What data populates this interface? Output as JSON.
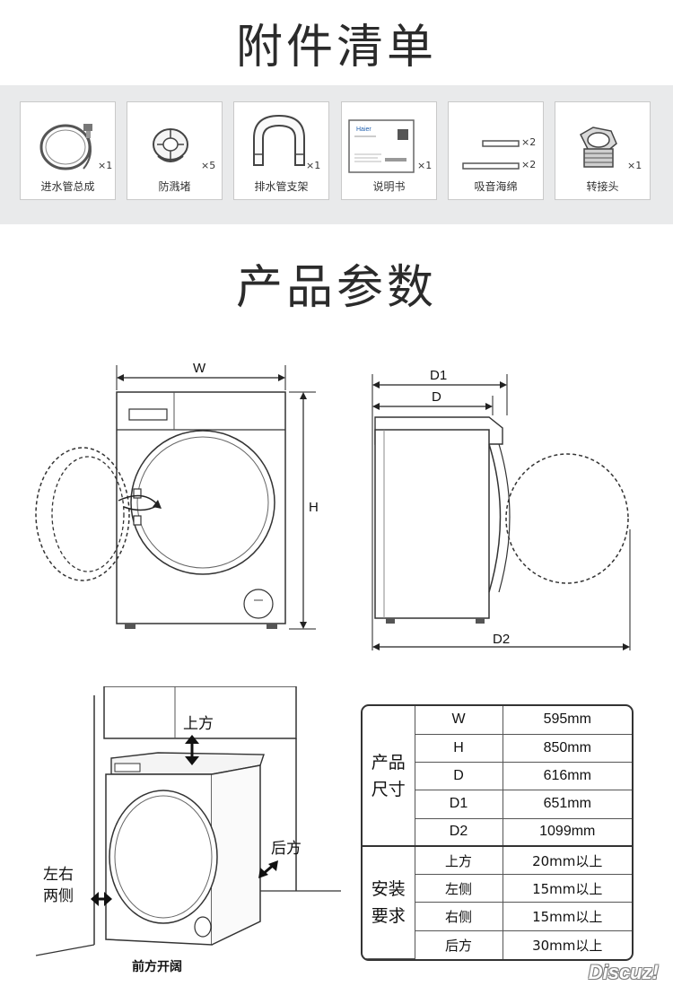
{
  "accessories_title": "附件清单",
  "accessories": [
    {
      "name": "进水管总成",
      "qty": "×1",
      "icon": "water-inlet-hose-icon"
    },
    {
      "name": "防溅堵",
      "qty": "×5",
      "icon": "splash-plug-icon"
    },
    {
      "name": "排水管支架",
      "qty": "×1",
      "icon": "drain-hose-bracket-icon"
    },
    {
      "name": "说明书",
      "qty": "×1",
      "icon": "manual-icon"
    },
    {
      "name": "吸音海绵",
      "qty": [
        "×2",
        "×2"
      ],
      "icon": "sound-sponge-icon"
    },
    {
      "name": "转接头",
      "qty": "×1",
      "icon": "adapter-icon"
    }
  ],
  "manual_logo": "Haier",
  "params_title": "产品参数",
  "diagram_labels": {
    "W": "W",
    "H": "H",
    "D1": "D1",
    "D": "D",
    "D2": "D2"
  },
  "clearance_labels": {
    "top": "上方",
    "rear": "后方",
    "sides": [
      "左右",
      "两侧"
    ],
    "front": "前方开阔"
  },
  "spec_table": {
    "size_group": [
      "产品",
      "尺寸"
    ],
    "size_rows": [
      {
        "key": "W",
        "value": "595mm"
      },
      {
        "key": "H",
        "value": "850mm"
      },
      {
        "key": "D",
        "value": "616mm"
      },
      {
        "key": "D1",
        "value": "651mm"
      },
      {
        "key": "D2",
        "value": "1099mm"
      }
    ],
    "install_group": [
      "安装",
      "要求"
    ],
    "install_rows": [
      {
        "key": "上方",
        "value": "20mm以上"
      },
      {
        "key": "左侧",
        "value": "15mm以上"
      },
      {
        "key": "右侧",
        "value": "15mm以上"
      },
      {
        "key": "后方",
        "value": "30mm以上"
      }
    ]
  },
  "watermark": "Discuz!"
}
